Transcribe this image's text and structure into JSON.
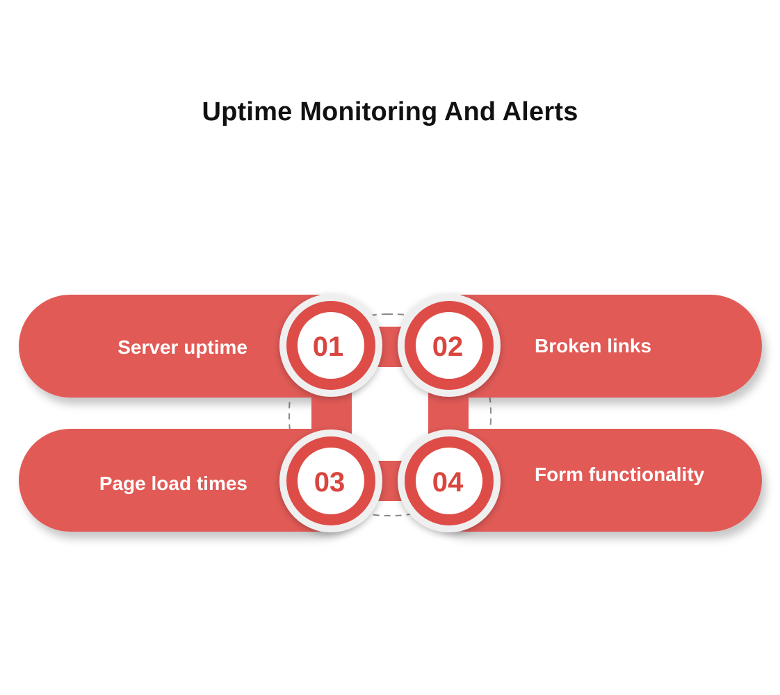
{
  "title": "Uptime Monitoring And Alerts",
  "colors": {
    "accent": "#e15a56",
    "accent_dark": "#d8463f",
    "ring": "#eeeeee",
    "text_light": "#ffffff",
    "title": "#111111"
  },
  "steps": [
    {
      "number": "01",
      "label": "Server uptime"
    },
    {
      "number": "02",
      "label": "Broken links"
    },
    {
      "number": "03",
      "label": "Page load times"
    },
    {
      "number": "04",
      "label": "Form functionality"
    }
  ]
}
